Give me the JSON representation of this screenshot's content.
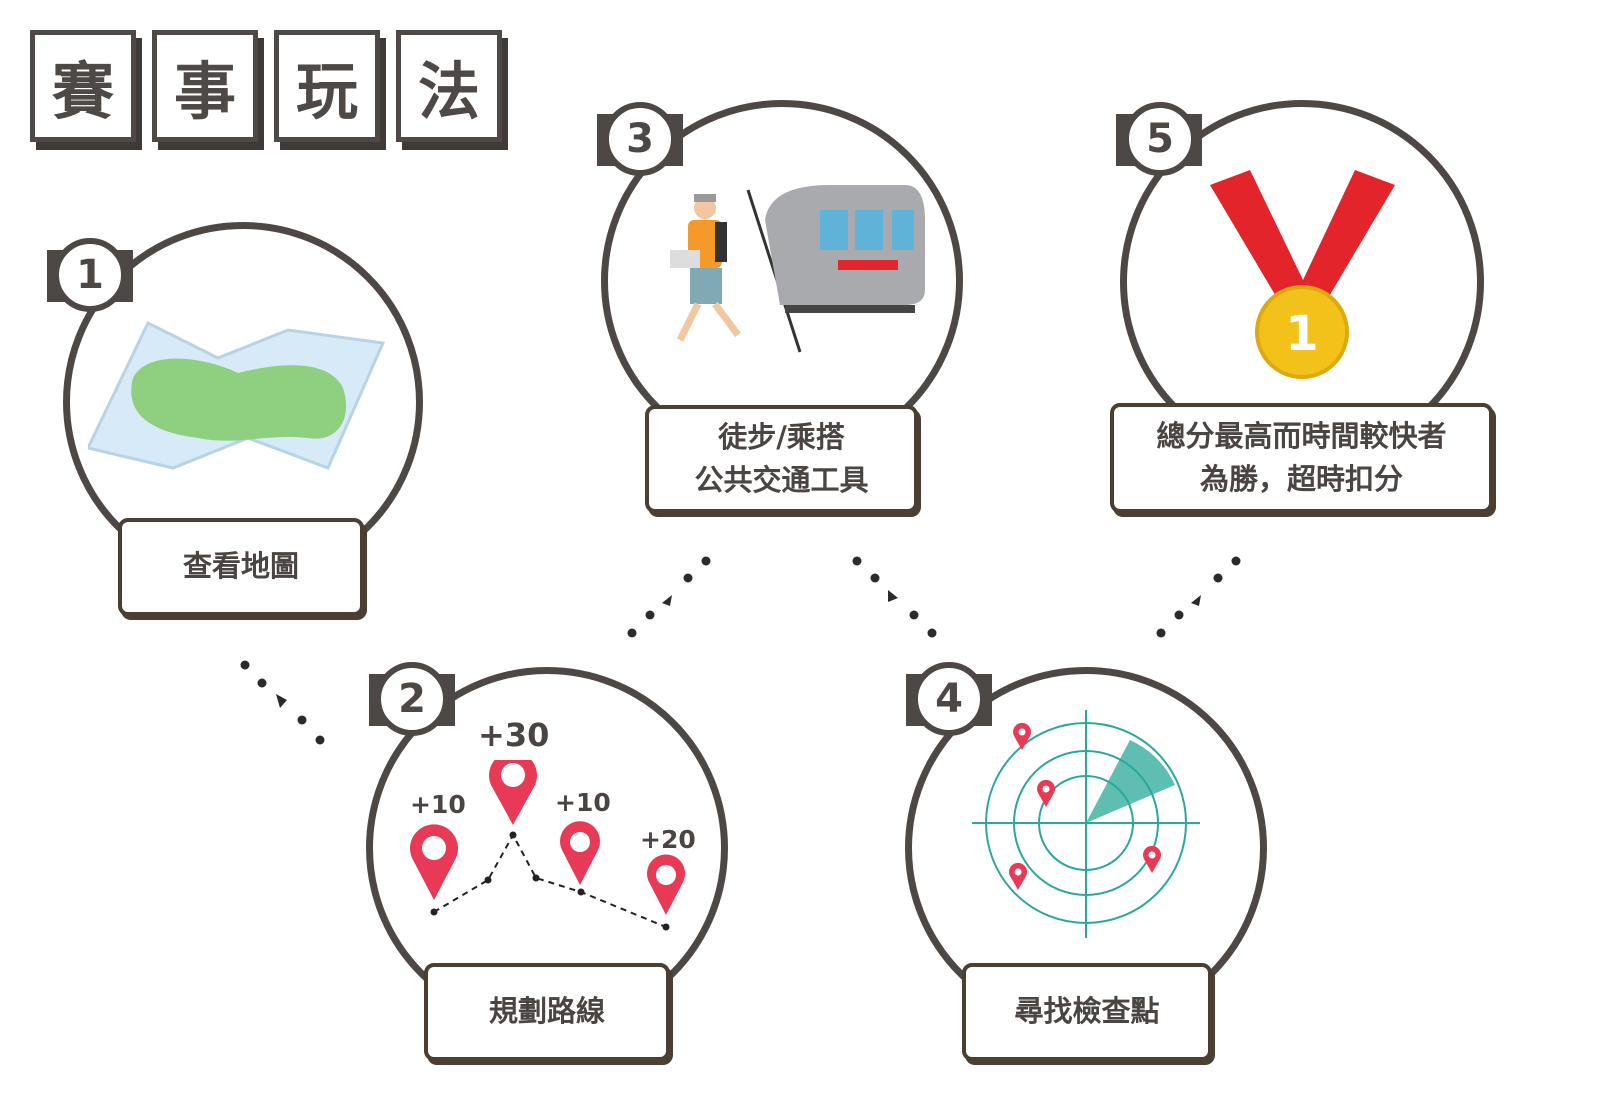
{
  "title": {
    "chars": [
      "賽",
      "事",
      "玩",
      "法"
    ]
  },
  "steps": [
    {
      "number": "1",
      "label": "查看地圖",
      "icon": "map-icon"
    },
    {
      "number": "2",
      "label": "規劃路線",
      "icon": "route-pins-icon",
      "points": [
        "+10",
        "+30",
        "+10",
        "+20"
      ]
    },
    {
      "number": "3",
      "label_line1": "徒步/乘搭",
      "label_line2": "公共交通工具",
      "icon": "hiker-train-icon"
    },
    {
      "number": "4",
      "label": "尋找檢查點",
      "icon": "radar-icon"
    },
    {
      "number": "5",
      "label_line1": "總分最高而時間較快者",
      "label_line2": "為勝，超時扣分",
      "icon": "medal-icon",
      "medal_text": "1"
    }
  ],
  "colors": {
    "dark": "#4d4845",
    "pin": "#e83a56",
    "radar": "#2aa898",
    "medal_ribbon": "#e3242b",
    "medal_gold": "#f2c21b",
    "map_green": "#8fcf80",
    "map_blue": "#d6eaf7"
  }
}
